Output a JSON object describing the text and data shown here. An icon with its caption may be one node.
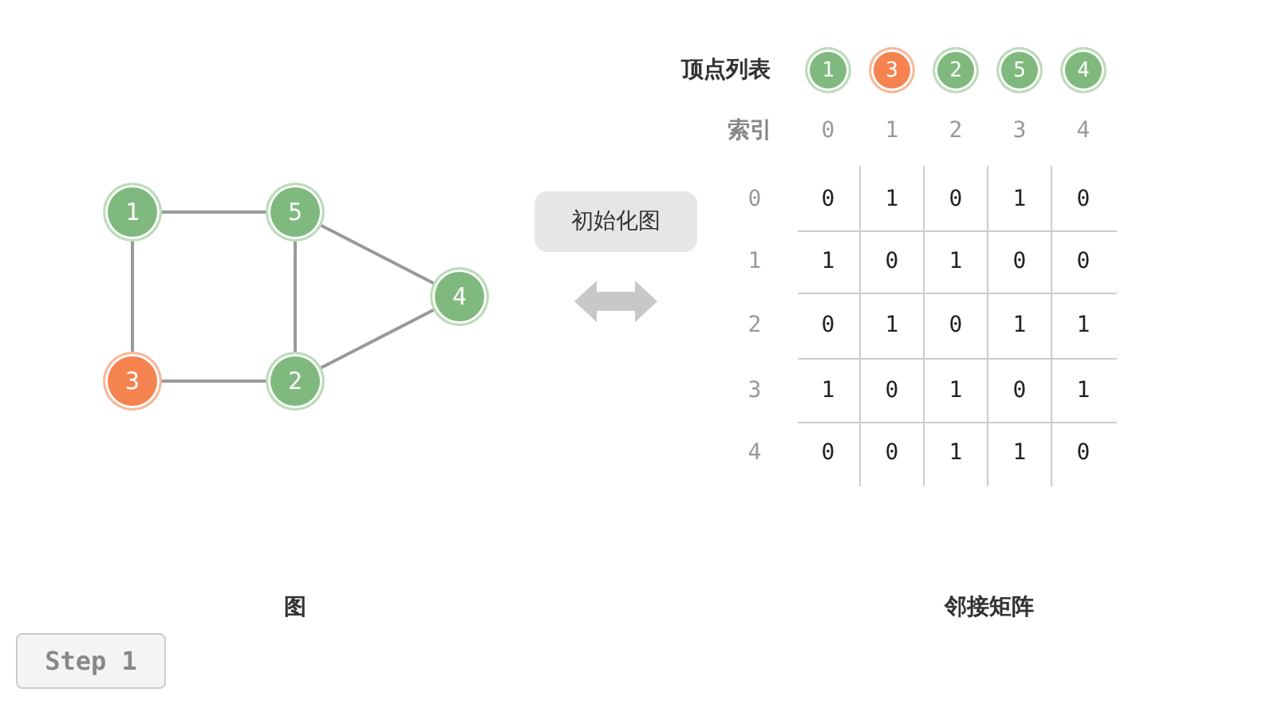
{
  "diagram": {
    "nodes": [
      {
        "text": [
          "1"
        ]
      },
      {
        "text": [
          "5"
        ]
      },
      {
        "text": [
          "4"
        ]
      },
      {
        "text": [
          "3"
        ]
      },
      {
        "text": [
          "2"
        ]
      },
      {
        "text": [
          "初始化图"
        ]
      },
      {
        "text": [
          "1"
        ]
      },
      {
        "text": [
          "3"
        ]
      },
      {
        "text": [
          "2"
        ]
      },
      {
        "text": [
          "5"
        ]
      },
      {
        "text": [
          "4"
        ]
      }
    ],
    "edges": [
      {
        "from": 0,
        "to": 1,
        "arrow": "none"
      },
      {
        "from": 1,
        "to": 2,
        "arrow": "none"
      },
      {
        "from": 0,
        "to": 3,
        "arrow": "none"
      },
      {
        "from": 1,
        "to": 4,
        "arrow": "none"
      },
      {
        "from": 3,
        "to": 4,
        "arrow": "none"
      },
      {
        "from": 4,
        "to": 2,
        "arrow": "none"
      }
    ],
    "labels": [
      "顶点列表",
      "索引",
      "0",
      "1",
      "2",
      "3",
      "4",
      "0",
      "0",
      "1",
      "0",
      "1",
      "0",
      "1",
      "1",
      "0",
      "1",
      "0",
      "0",
      "2",
      "0",
      "1",
      "0",
      "1",
      "1",
      "3",
      "1",
      "0",
      "1",
      "0",
      "1",
      "4",
      "0",
      "0",
      "1",
      "1",
      "0",
      "图",
      "邻接矩阵",
      "Step 1"
    ]
  }
}
